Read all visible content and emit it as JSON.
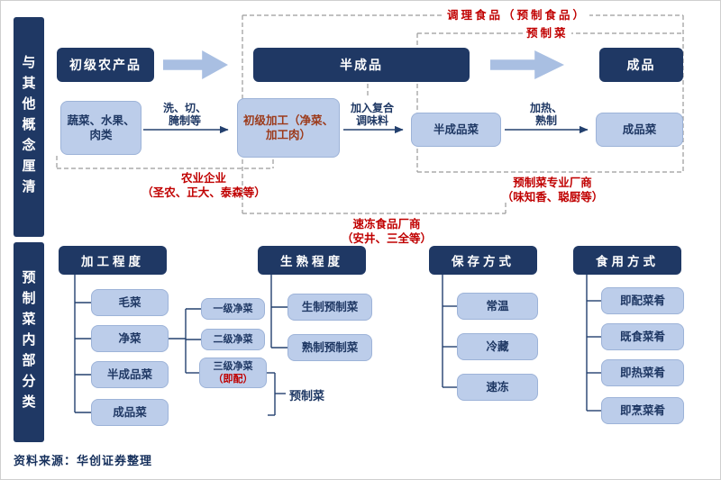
{
  "sidebar": {
    "top": "与其他概念厘清",
    "bottom": "预制菜内部分类"
  },
  "flow": {
    "stage1": "初级农产品",
    "stage2": "半成品",
    "stage3": "成品",
    "sub1": "蔬菜、水果、肉类",
    "sub2": "初级加工（净菜、加工肉）",
    "sub3": "半成品菜",
    "sub4": "成品菜",
    "arrow1": "洗、切、腌制等",
    "arrow2": "加入复合调味料",
    "arrow3": "加热、熟制"
  },
  "annotations": {
    "a1": "调理食品（预制食品）",
    "a2": "预制菜",
    "a3l1": "农业企业",
    "a3l2": "（圣农、正大、泰森等）",
    "a4l1": "预制菜专业厂商",
    "a4l2": "（味知香、聪厨等）",
    "a5l1": "速冻食品厂商",
    "a5l2": "（安井、三全等）"
  },
  "classification": {
    "col1": {
      "header": "加工程度",
      "items": [
        "毛菜",
        "净菜",
        "半成品菜",
        "成品菜"
      ]
    },
    "col2": {
      "header": "生熟程度",
      "items": [
        "生制预制菜",
        "熟制预制菜"
      ]
    },
    "col3": {
      "header": "保存方式",
      "items": [
        "常温",
        "冷藏",
        "速冻"
      ]
    },
    "col4": {
      "header": "食用方式",
      "items": [
        "即配菜肴",
        "既食菜肴",
        "即热菜肴",
        "即烹菜肴"
      ]
    },
    "levels": [
      "一级净菜",
      "二级净菜",
      "三级净菜"
    ],
    "jipei": "（即配）",
    "bracket_label": "预制菜"
  },
  "footer": {
    "source": "资料来源：华创证券整理"
  },
  "colors": {
    "navy": "#1f3864",
    "light_blue": "#bccdea",
    "red": "#c00000"
  }
}
